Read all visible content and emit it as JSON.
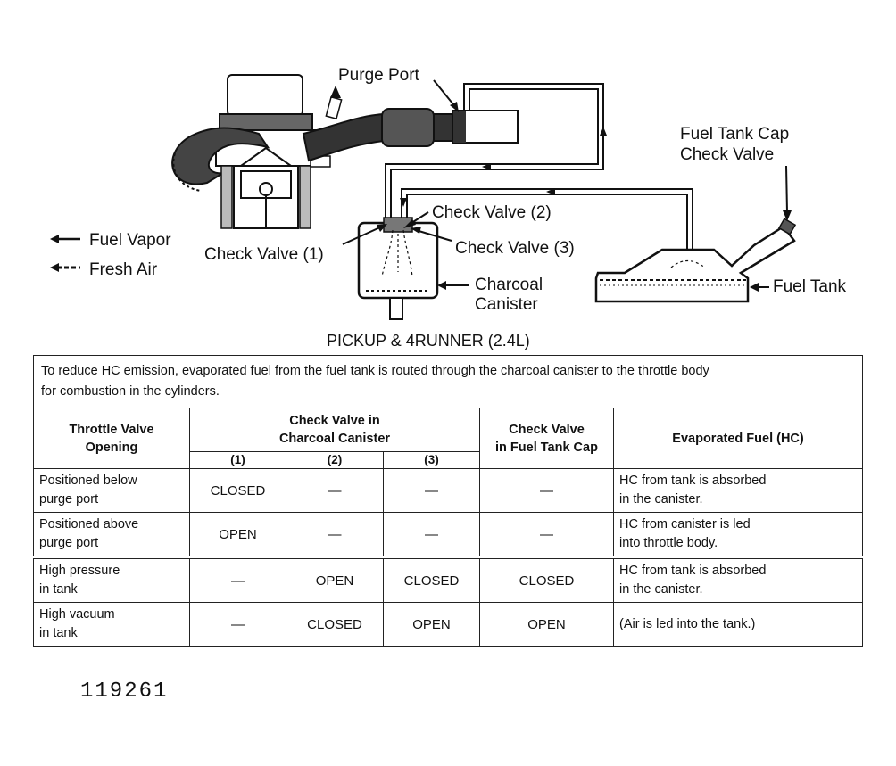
{
  "diagram": {
    "labels": {
      "purge_port": "Purge Port",
      "fuel_tank_cap_line1": "Fuel Tank Cap",
      "fuel_tank_cap_line2": "Check Valve",
      "check_valve_2": "Check Valve (2)",
      "check_valve_1": "Check Valve (1)",
      "check_valve_3": "Check Valve (3)",
      "charcoal_line1": "Charcoal",
      "charcoal_line2": "Canister",
      "fuel_tank": "Fuel Tank"
    },
    "legend": [
      {
        "label": "Fuel Vapor"
      },
      {
        "label": "Fresh Air"
      }
    ],
    "caption": "PICKUP & 4RUNNER (2.4L)"
  },
  "table": {
    "note_line1": "To reduce HC emission, evaporated fuel from the fuel tank is routed through the charcoal canister to the throttle body",
    "note_line2": "for combustion in the cylinders.",
    "headers": {
      "throttle_line1": "Throttle Valve",
      "throttle_line2": "Opening",
      "canister_line1": "Check Valve in",
      "canister_line2": "Charcoal Canister",
      "sub1": "(1)",
      "sub2": "(2)",
      "sub3": "(3)",
      "cap_line1": "Check Valve",
      "cap_line2": "in Fuel Tank Cap",
      "evap": "Evaporated Fuel (HC)"
    },
    "rows": [
      {
        "opening_line1": "Positioned below",
        "opening_line2": "purge port",
        "v1": "CLOSED",
        "v2": "—",
        "v3": "—",
        "cap": "—",
        "hc_line1": "HC from tank is absorbed",
        "hc_line2": "in the canister."
      },
      {
        "opening_line1": "Positioned above",
        "opening_line2": "purge port",
        "v1": "OPEN",
        "v2": "—",
        "v3": "—",
        "cap": "—",
        "hc_line1": "HC from canister is led",
        "hc_line2": "into throttle body."
      },
      {
        "opening_line1": "High pressure",
        "opening_line2": "in tank",
        "v1": "—",
        "v2": "OPEN",
        "v3": "CLOSED",
        "cap": "CLOSED",
        "hc_line1": "HC from tank is absorbed",
        "hc_line2": "in the canister."
      },
      {
        "opening_line1": "High vacuum",
        "opening_line2": "in tank",
        "v1": "—",
        "v2": "CLOSED",
        "v3": "OPEN",
        "cap": "OPEN",
        "hc_line1": "(Air is led into the tank.)",
        "hc_line2": ""
      }
    ]
  },
  "figure_number": "119261"
}
